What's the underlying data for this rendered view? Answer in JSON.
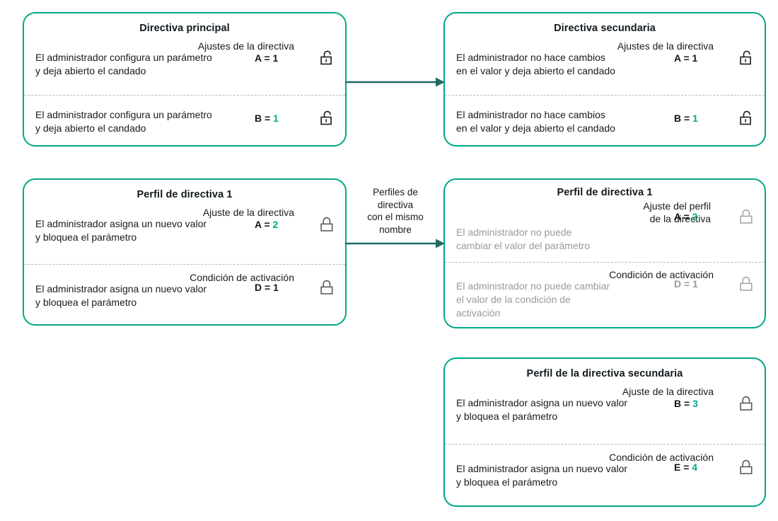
{
  "diagram": {
    "title_hidden": "",
    "accent_color": "#00A887",
    "arrow_color": "#1f6b63",
    "muted_color": "#9a9a9a",
    "text_color": "#1a1a1a"
  },
  "cards": [
    {
      "id": "directiva-principal",
      "title": "Directiva principal",
      "dim": false,
      "rows": [
        {
          "category": "Ajustes de la directiva",
          "description": "El administrador configura un parámetro\ny deja abierto el candado",
          "value_label": "A =",
          "value_number": "1",
          "value_number_accent": false,
          "lock": "unlocked-icon",
          "muted": false
        },
        {
          "category": "",
          "description": "El administrador configura un parámetro\ny deja abierto el candado",
          "value_label": "B =",
          "value_number": "1",
          "value_number_accent": true,
          "lock": "unlocked-icon",
          "muted": false
        }
      ]
    },
    {
      "id": "directiva-secundaria",
      "title": "Directiva secundaria",
      "dim": false,
      "rows": [
        {
          "category": "Ajustes de la directiva",
          "description": "El administrador no hace cambios\nen el valor y deja abierto el candado",
          "value_label": "A =",
          "value_number": "1",
          "value_number_accent": false,
          "lock": "unlocked-icon",
          "muted": false
        },
        {
          "category": "",
          "description": "El administrador no hace cambios\nen el valor y deja abierto el candado",
          "value_label": "B =",
          "value_number": "1",
          "value_number_accent": true,
          "lock": "unlocked-icon",
          "muted": false
        }
      ]
    },
    {
      "id": "perfil-de-directiva-1-left",
      "title": "Perfil de directiva 1",
      "dim": false,
      "rows": [
        {
          "category": "Ajuste de la directiva",
          "description": "El administrador asigna un nuevo valor\ny bloquea el parámetro",
          "value_label": "A =",
          "value_number": "2",
          "value_number_accent": true,
          "lock": "locked-icon",
          "muted": false
        },
        {
          "category": "Condición de activación",
          "description": "El administrador asigna un nuevo valor\ny bloquea el parámetro",
          "value_label": "D =",
          "value_number": "1",
          "value_number_accent": false,
          "lock": "locked-icon",
          "muted": false
        }
      ]
    },
    {
      "id": "perfil-de-directiva-1-right",
      "title": "Perfil de directiva 1",
      "dim": true,
      "rows": [
        {
          "category": "Ajuste del perfil\nde la directiva",
          "description": "El administrador no puede\ncambiar el valor del parámetro",
          "value_label": "A =",
          "value_number": "2",
          "value_number_accent": true,
          "lock": "locked-icon-muted",
          "muted": false
        },
        {
          "category": "Condición de activación",
          "description": "El administrador no puede cambiar\nel valor de la condición de\nactivación",
          "value_label": "D =",
          "value_number": "1",
          "value_number_accent": false,
          "lock": "locked-icon-muted",
          "muted": true
        }
      ]
    },
    {
      "id": "perfil-de-la-directiva-secundaria",
      "title": "Perfil de la directiva secundaria",
      "dim": false,
      "rows": [
        {
          "category": "Ajuste de la directiva",
          "description": "El administrador asigna un nuevo valor\ny bloquea el parámetro",
          "value_label": "B =",
          "value_number": "3",
          "value_number_accent": true,
          "lock": "locked-icon",
          "muted": false
        },
        {
          "category": "Condición de activación",
          "description": "El administrador asigna un nuevo valor\ny bloquea el parámetro",
          "value_label": "E =",
          "value_number": "4",
          "value_number_accent": true,
          "lock": "locked-icon",
          "muted": false
        }
      ]
    }
  ],
  "connectors": [
    {
      "id": "arrow-top",
      "label": ""
    },
    {
      "id": "arrow-middle",
      "label": "Perfiles de\ndirectiva\ncon el mismo\nnombre"
    }
  ]
}
